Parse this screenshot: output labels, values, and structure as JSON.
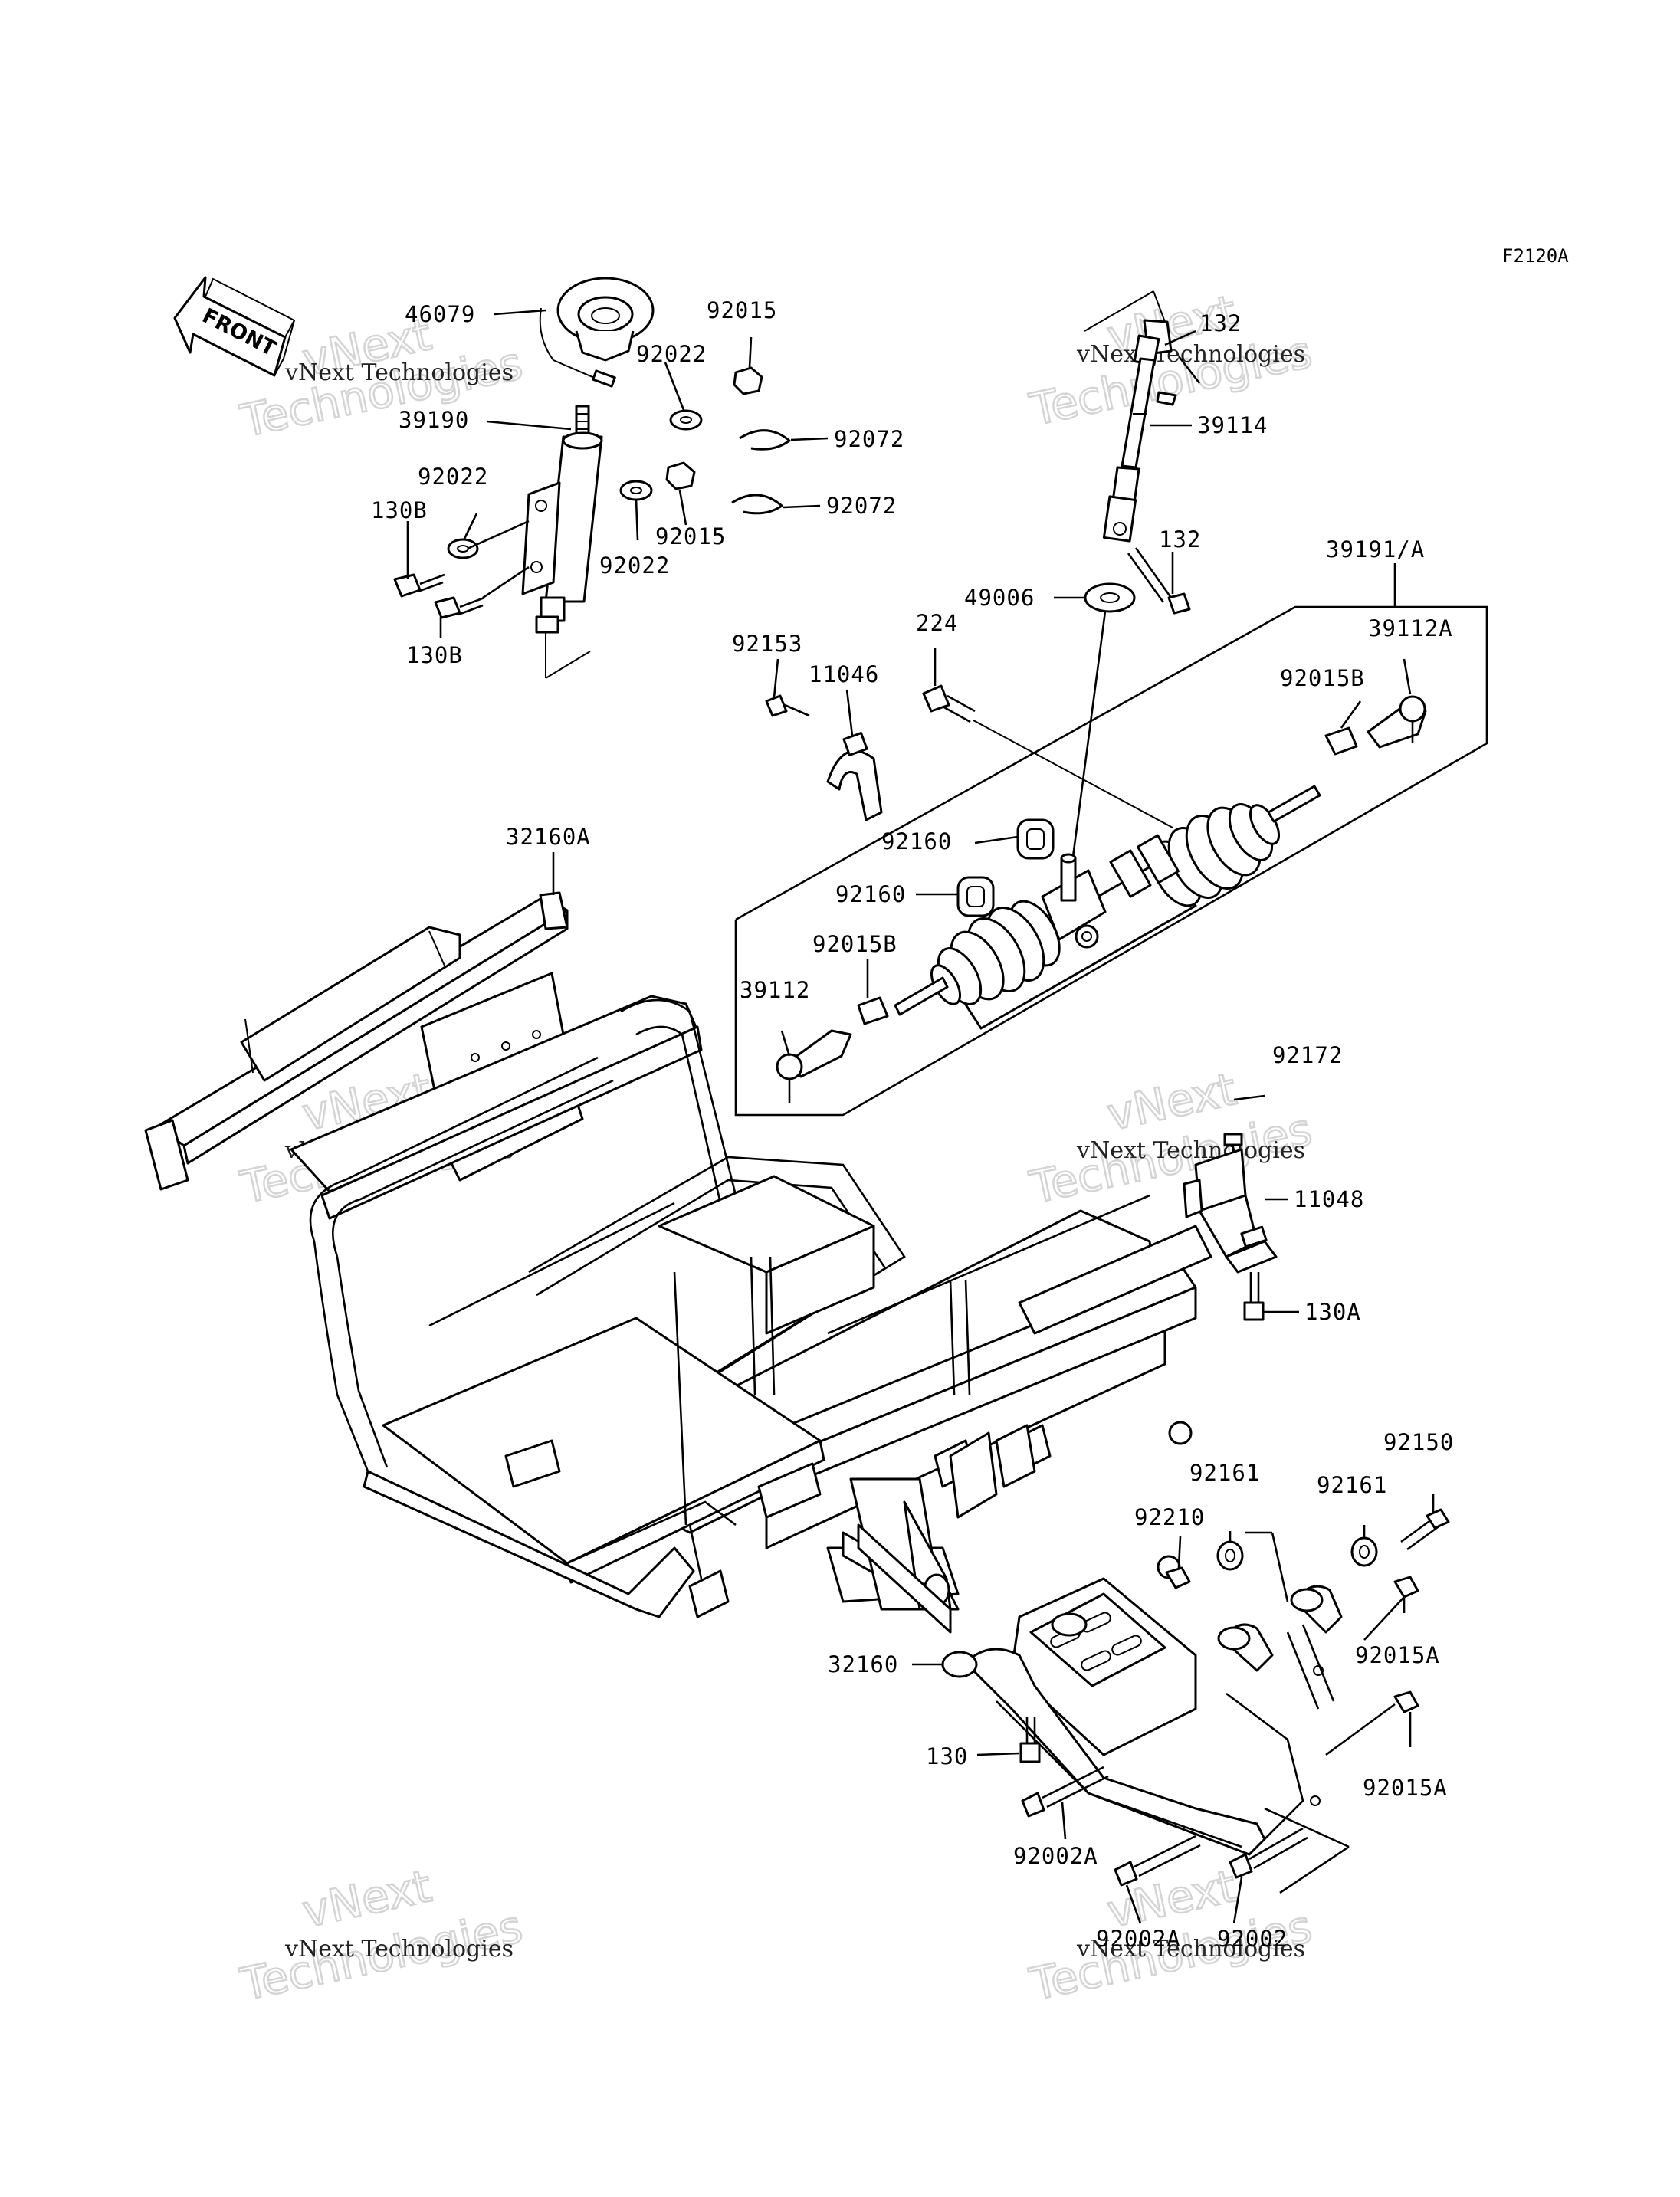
{
  "diagram": {
    "code": "F2120A",
    "front_label": "FRONT",
    "watermark": {
      "line1": "vNext",
      "line2": "Technologies",
      "caption": "vNext Technologies"
    },
    "parts": [
      {
        "id": "p46079",
        "label": "46079"
      },
      {
        "id": "p92015_top",
        "label": "92015"
      },
      {
        "id": "p92022_a",
        "label": "92022"
      },
      {
        "id": "p39190",
        "label": "39190"
      },
      {
        "id": "p92072_a",
        "label": "92072"
      },
      {
        "id": "p92022_b",
        "label": "92022"
      },
      {
        "id": "p92072_b",
        "label": "92072"
      },
      {
        "id": "p130B_a",
        "label": "130B"
      },
      {
        "id": "p92015_mid",
        "label": "92015"
      },
      {
        "id": "p92022_c",
        "label": "92022"
      },
      {
        "id": "p130B_b",
        "label": "130B"
      },
      {
        "id": "p132_a",
        "label": "132"
      },
      {
        "id": "p39114",
        "label": "39114"
      },
      {
        "id": "p132_b",
        "label": "132"
      },
      {
        "id": "p39191A",
        "label": "39191/A"
      },
      {
        "id": "p49006",
        "label": "49006"
      },
      {
        "id": "p224",
        "label": "224"
      },
      {
        "id": "p39112A",
        "label": "39112A"
      },
      {
        "id": "p92153",
        "label": "92153"
      },
      {
        "id": "p11046",
        "label": "11046"
      },
      {
        "id": "p92015B_a",
        "label": "92015B"
      },
      {
        "id": "p32160A",
        "label": "32160A"
      },
      {
        "id": "p92160_a",
        "label": "92160"
      },
      {
        "id": "p92160_b",
        "label": "92160"
      },
      {
        "id": "p92015B_b",
        "label": "92015B"
      },
      {
        "id": "p39112",
        "label": "39112"
      },
      {
        "id": "p92172",
        "label": "92172"
      },
      {
        "id": "p11048",
        "label": "11048"
      },
      {
        "id": "p130A",
        "label": "130A"
      },
      {
        "id": "p92150",
        "label": "92150"
      },
      {
        "id": "p92161_a",
        "label": "92161"
      },
      {
        "id": "p92161_b",
        "label": "92161"
      },
      {
        "id": "p92210",
        "label": "92210"
      },
      {
        "id": "p92015A_a",
        "label": "92015A"
      },
      {
        "id": "p32160",
        "label": "32160"
      },
      {
        "id": "p130",
        "label": "130"
      },
      {
        "id": "p92015A_b",
        "label": "92015A"
      },
      {
        "id": "p92002A_a",
        "label": "92002A"
      },
      {
        "id": "p92002A_b",
        "label": "92002A"
      },
      {
        "id": "p92002",
        "label": "92002"
      }
    ]
  }
}
